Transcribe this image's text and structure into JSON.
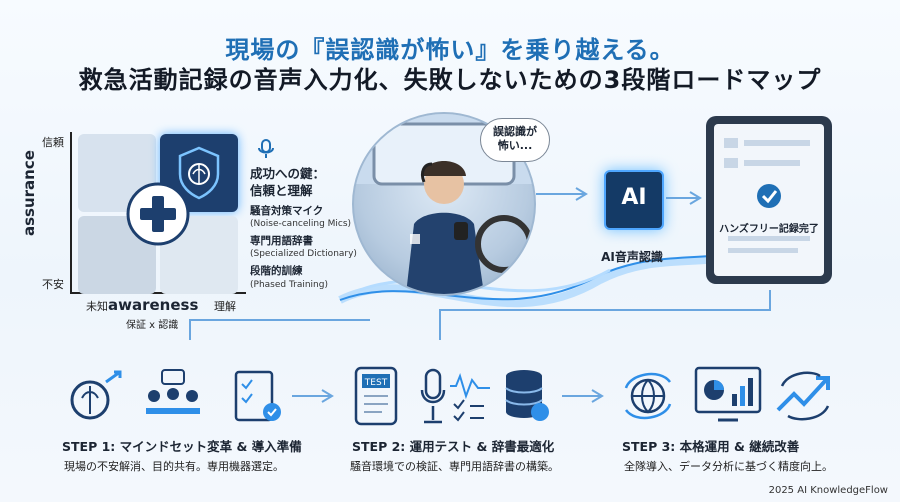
{
  "header": {
    "title_line1": "現場の『誤認識が怖い』を乗り越える。",
    "title_line2": "救急活動記録の音声入力化、失敗しないための3段階ロードマップ"
  },
  "matrix": {
    "y_top": "信頼",
    "y_bottom": "不安",
    "y_label": "assurance",
    "x_left": "未知",
    "x_right": "理解",
    "x_label": "awareness",
    "x_sub": "保証 x 認識"
  },
  "key_panel": {
    "heading_line1": "成功への鍵：",
    "heading_line2": "信頼と理解",
    "items": [
      {
        "ja": "騒音対策マイク",
        "en": "(Noise-canceling Mics)"
      },
      {
        "ja": "専門用語辞書",
        "en": "(Specialized Dictionary)"
      },
      {
        "ja": "段階的訓練",
        "en": "(Phased Training)"
      }
    ]
  },
  "scene": {
    "bubble_line1": "誤認識が",
    "bubble_line2": "怖い..."
  },
  "ai": {
    "chip_text": "AI",
    "label": "AI音声認識"
  },
  "tablet": {
    "status": "ハンズフリー記録完了"
  },
  "steps": [
    {
      "title": "STEP 1: マインドセット変革 & 導入準備",
      "desc": "現場の不安解消、目的共有。専用機器選定。"
    },
    {
      "title": "STEP 2: 運用テスト & 辞書最適化",
      "desc": "騒音環境での検証、専門用語辞書の構築。",
      "test_label": "TEST"
    },
    {
      "title": "STEP 3: 本格運用 & 継続改善",
      "desc": "全隊導入、データ分析に基づく精度向上。"
    }
  ],
  "footer": "2025 AI KnowledgeFlow",
  "colors": {
    "accent": "#1f6fb5",
    "line": "#6aa6df",
    "dark": "#143a66"
  }
}
